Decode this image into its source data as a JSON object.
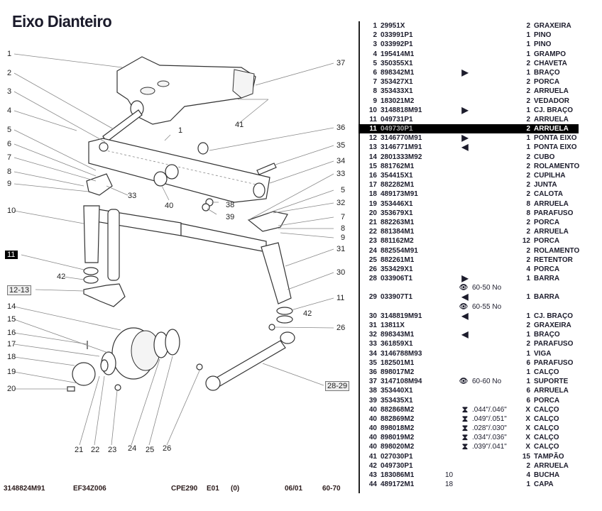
{
  "page": {
    "title": "Eixo Dianteiro"
  },
  "diagram": {
    "callouts_left": [
      "1",
      "2",
      "3",
      "4",
      "5",
      "6",
      "7",
      "8",
      "9",
      "10",
      "11",
      "12-13",
      "14",
      "15",
      "16",
      "17",
      "18",
      "19",
      "20"
    ],
    "callouts_right": [
      "37",
      "36",
      "35",
      "34",
      "33",
      "5",
      "32",
      "7",
      "8",
      "9",
      "31",
      "30",
      "11",
      "42",
      "26",
      "28-29"
    ],
    "callouts_inner": [
      "41",
      "1",
      "33",
      "40",
      "38",
      "39",
      "42"
    ],
    "callouts_bottom": [
      "21",
      "22",
      "23",
      "24",
      "25",
      "26"
    ],
    "highlighted_callout": "11"
  },
  "parts_list": [
    {
      "num": "1",
      "part": "29951X",
      "sym": "",
      "note": "",
      "col3": "",
      "qty": "2",
      "desc": "GRAXEIRA"
    },
    {
      "num": "2",
      "part": "033991P1",
      "sym": "",
      "note": "",
      "col3": "",
      "qty": "1",
      "desc": "PINO"
    },
    {
      "num": "3",
      "part": "033992P1",
      "sym": "",
      "note": "",
      "col3": "",
      "qty": "1",
      "desc": "PINO"
    },
    {
      "num": "4",
      "part": "195414M1",
      "sym": "",
      "note": "",
      "col3": "",
      "qty": "1",
      "desc": "GRAMPO"
    },
    {
      "num": "5",
      "part": "350355X1",
      "sym": "",
      "note": "",
      "col3": "",
      "qty": "2",
      "desc": "CHAVETA"
    },
    {
      "num": "6",
      "part": "898342M1",
      "sym": "right-triangle",
      "note": "",
      "col3": "",
      "qty": "1",
      "desc": "BRAÇO"
    },
    {
      "num": "7",
      "part": "353427X1",
      "sym": "",
      "note": "",
      "col3": "",
      "qty": "2",
      "desc": "PORCA"
    },
    {
      "num": "8",
      "part": "353433X1",
      "sym": "",
      "note": "",
      "col3": "",
      "qty": "2",
      "desc": "ARRUELA"
    },
    {
      "num": "9",
      "part": "183021M2",
      "sym": "",
      "note": "",
      "col3": "",
      "qty": "2",
      "desc": "VEDADOR"
    },
    {
      "num": "10",
      "part": "3148818M91",
      "sym": "right-triangle",
      "note": "",
      "col3": "",
      "qty": "1",
      "desc": "CJ. BRAÇO"
    },
    {
      "num": "11",
      "part": "049731P1",
      "sym": "",
      "note": "",
      "col3": "",
      "qty": "2",
      "desc": "ARRUELA"
    },
    {
      "num": "11",
      "part": "049730P1",
      "sym": "",
      "note": "",
      "col3": "",
      "qty": "2",
      "desc": "ARRUELA",
      "highlighted": true
    },
    {
      "num": "12",
      "part": "3146770M91",
      "sym": "right-triangle",
      "note": "",
      "col3": "",
      "qty": "1",
      "desc": "PONTA EIXO"
    },
    {
      "num": "13",
      "part": "3146771M91",
      "sym": "left-triangle",
      "note": "",
      "col3": "",
      "qty": "1",
      "desc": "PONTA EIXO"
    },
    {
      "num": "14",
      "part": "2801333M92",
      "sym": "",
      "note": "",
      "col3": "",
      "qty": "2",
      "desc": "CUBO"
    },
    {
      "num": "15",
      "part": "881762M1",
      "sym": "",
      "note": "",
      "col3": "",
      "qty": "2",
      "desc": "ROLAMENTO"
    },
    {
      "num": "16",
      "part": "354415X1",
      "sym": "",
      "note": "",
      "col3": "",
      "qty": "2",
      "desc": "CUPILHA"
    },
    {
      "num": "17",
      "part": "882282M1",
      "sym": "",
      "note": "",
      "col3": "",
      "qty": "2",
      "desc": "JUNTA"
    },
    {
      "num": "18",
      "part": "489173M91",
      "sym": "",
      "note": "",
      "col3": "",
      "qty": "2",
      "desc": "CALOTA"
    },
    {
      "num": "19",
      "part": "353446X1",
      "sym": "",
      "note": "",
      "col3": "",
      "qty": "8",
      "desc": "ARRUELA"
    },
    {
      "num": "20",
      "part": "353679X1",
      "sym": "",
      "note": "",
      "col3": "",
      "qty": "8",
      "desc": "PARAFUSO"
    },
    {
      "num": "21",
      "part": "882263M1",
      "sym": "",
      "note": "",
      "col3": "",
      "qty": "2",
      "desc": "PORCA"
    },
    {
      "num": "22",
      "part": "881384M1",
      "sym": "",
      "note": "",
      "col3": "",
      "qty": "2",
      "desc": "ARRUELA"
    },
    {
      "num": "23",
      "part": "881162M2",
      "sym": "",
      "note": "",
      "col3": "",
      "qty": "12",
      "desc": "PORCA"
    },
    {
      "num": "24",
      "part": "882554M91",
      "sym": "",
      "note": "",
      "col3": "",
      "qty": "2",
      "desc": "ROLAMENTO"
    },
    {
      "num": "25",
      "part": "882261M1",
      "sym": "",
      "note": "",
      "col3": "",
      "qty": "2",
      "desc": "RETENTOR"
    },
    {
      "num": "26",
      "part": "353429X1",
      "sym": "",
      "note": "",
      "col3": "",
      "qty": "4",
      "desc": "PORCA"
    },
    {
      "num": "28",
      "part": "033906T1",
      "sym": "right-triangle",
      "note": "",
      "col3": "",
      "qty": "1",
      "desc": "BARRA"
    },
    {
      "num": "",
      "part": "",
      "sym": "eye",
      "note": "60-50 No",
      "col3": "",
      "qty": "",
      "desc": ""
    },
    {
      "num": "29",
      "part": "033907T1",
      "sym": "left-triangle",
      "note": "",
      "col3": "",
      "qty": "1",
      "desc": "BARRA"
    },
    {
      "num": "",
      "part": "",
      "sym": "eye",
      "note": "60-55 No",
      "col3": "",
      "qty": "",
      "desc": ""
    },
    {
      "num": "30",
      "part": "3148819M91",
      "sym": "left-triangle",
      "note": "",
      "col3": "",
      "qty": "1",
      "desc": "CJ. BRAÇO"
    },
    {
      "num": "31",
      "part": "13811X",
      "sym": "",
      "note": "",
      "col3": "",
      "qty": "2",
      "desc": "GRAXEIRA"
    },
    {
      "num": "32",
      "part": "898343M1",
      "sym": "left-triangle",
      "note": "",
      "col3": "",
      "qty": "1",
      "desc": "BRAÇO"
    },
    {
      "num": "33",
      "part": "361859X1",
      "sym": "",
      "note": "",
      "col3": "",
      "qty": "2",
      "desc": "PARAFUSO"
    },
    {
      "num": "34",
      "part": "3146788M93",
      "sym": "",
      "note": "",
      "col3": "",
      "qty": "1",
      "desc": "VIGA"
    },
    {
      "num": "35",
      "part": "182501M1",
      "sym": "",
      "note": "",
      "col3": "",
      "qty": "6",
      "desc": "PARAFUSO"
    },
    {
      "num": "36",
      "part": "898017M2",
      "sym": "",
      "note": "",
      "col3": "",
      "qty": "1",
      "desc": "CALÇO"
    },
    {
      "num": "37",
      "part": "3147108M94",
      "sym": "eye",
      "note": "60-60 No",
      "col3": "",
      "qty": "1",
      "desc": "SUPORTE"
    },
    {
      "num": "38",
      "part": "353440X1",
      "sym": "",
      "note": "",
      "col3": "",
      "qty": "6",
      "desc": "ARRUELA"
    },
    {
      "num": "39",
      "part": "353435X1",
      "sym": "",
      "note": "",
      "col3": "",
      "qty": "6",
      "desc": "PORCA"
    },
    {
      "num": "40",
      "part": "882868M2",
      "sym": "shim",
      "note": ".044\"/.046\"",
      "col3": "",
      "qty": "X",
      "desc": "CALÇO"
    },
    {
      "num": "40",
      "part": "882869M2",
      "sym": "shim",
      "note": ".049\"/.051\"",
      "col3": "",
      "qty": "X",
      "desc": "CALÇO"
    },
    {
      "num": "40",
      "part": "898018M2",
      "sym": "shim",
      "note": ".028\"/.030\"",
      "col3": "",
      "qty": "X",
      "desc": "CALÇO"
    },
    {
      "num": "40",
      "part": "898019M2",
      "sym": "shim",
      "note": ".034\"/.036\"",
      "col3": "",
      "qty": "X",
      "desc": "CALÇO"
    },
    {
      "num": "40",
      "part": "898020M2",
      "sym": "shim",
      "note": ".039\"/.041\"",
      "col3": "",
      "qty": "X",
      "desc": "CALÇO"
    },
    {
      "num": "41",
      "part": "027030P1",
      "sym": "",
      "note": "",
      "col3": "",
      "qty": "15",
      "desc": "TAMPÃO"
    },
    {
      "num": "42",
      "part": "049730P1",
      "sym": "",
      "note": "",
      "col3": "",
      "qty": "2",
      "desc": "ARRUELA"
    },
    {
      "num": "43",
      "part": "183086M1",
      "sym": "",
      "note": "",
      "col3": "10",
      "qty": "4",
      "desc": "BUCHA"
    },
    {
      "num": "44",
      "part": "489172M1",
      "sym": "",
      "note": "",
      "col3": "18",
      "qty": "1",
      "desc": "CAPA"
    }
  ],
  "symbols": {
    "right-triangle": "▶",
    "left-triangle": "◀",
    "eye": "👁",
    "shim": "⧗"
  },
  "footer": {
    "assembly_number": "3148824M91",
    "drawing_code": "EF34Z006",
    "catalog": "CPE290",
    "edition": "E01",
    "revision": "(0)",
    "date": "06/01",
    "page_ref": "60-70"
  }
}
